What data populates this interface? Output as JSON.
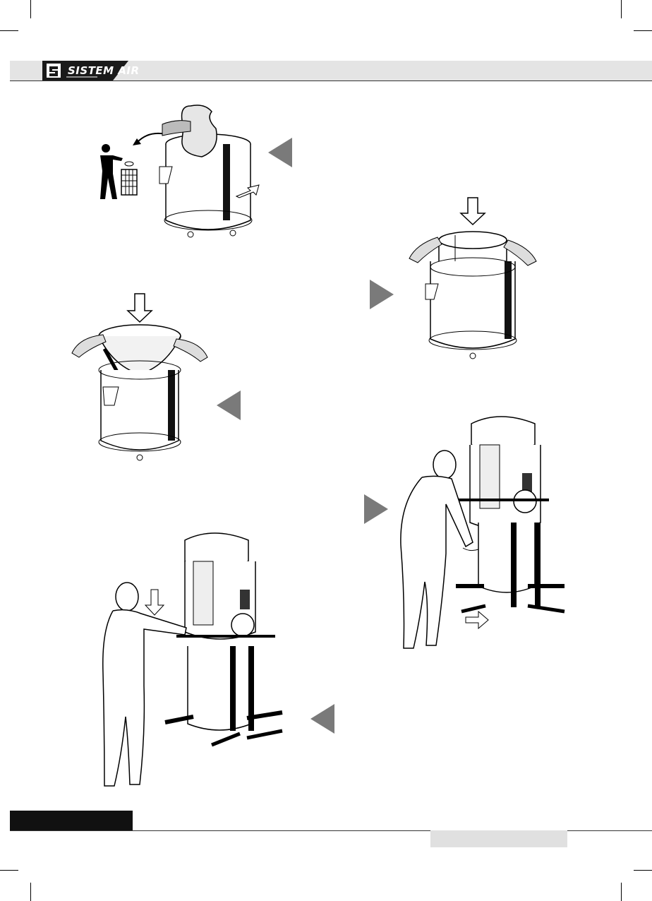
{
  "header": {
    "brand": "SISTEM AIR",
    "brand_icon": "s-monogram-logo",
    "band_color": "#e4e4e4",
    "logo_color": "#1a1a1a"
  },
  "footer": {
    "bar_color": "#111111",
    "label_color": "#e0e0e0"
  },
  "illustrations": [
    {
      "name": "dispose-bag",
      "icon": "trash-bin-person-icon",
      "arrow": "pointer-left"
    },
    {
      "name": "insert-cylinder-filter",
      "arrow": "pointer-right"
    },
    {
      "name": "insert-funnel-filter",
      "arrow": "pointer-left"
    },
    {
      "name": "remove-container",
      "arrow": "pointer-right"
    },
    {
      "name": "reattach-container",
      "arrow": "pointer-left"
    }
  ],
  "pointer_color": "#7a7a7a"
}
